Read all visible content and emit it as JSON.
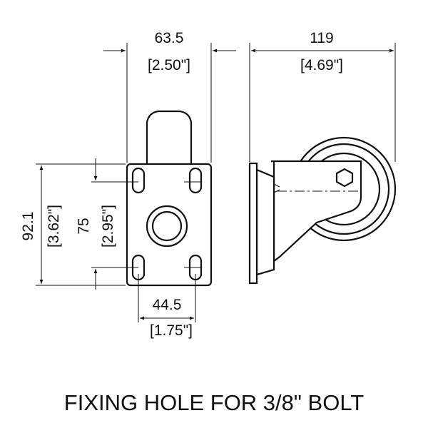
{
  "dimensions": {
    "top_width": {
      "mm": "63.5",
      "inch": "[2.50\"]"
    },
    "overall_height": {
      "mm": "119",
      "inch": "[4.69\"]"
    },
    "plate_height": {
      "mm": "92.1",
      "inch": "[3.62\"]"
    },
    "hole_spacing_vertical": {
      "mm": "75",
      "inch": "[2.95\"]"
    },
    "hole_spacing_horizontal": {
      "mm": "44.5",
      "inch": "[1.75\"]"
    }
  },
  "caption": "FIXING HOLE FOR 3/8\" BOLT"
}
